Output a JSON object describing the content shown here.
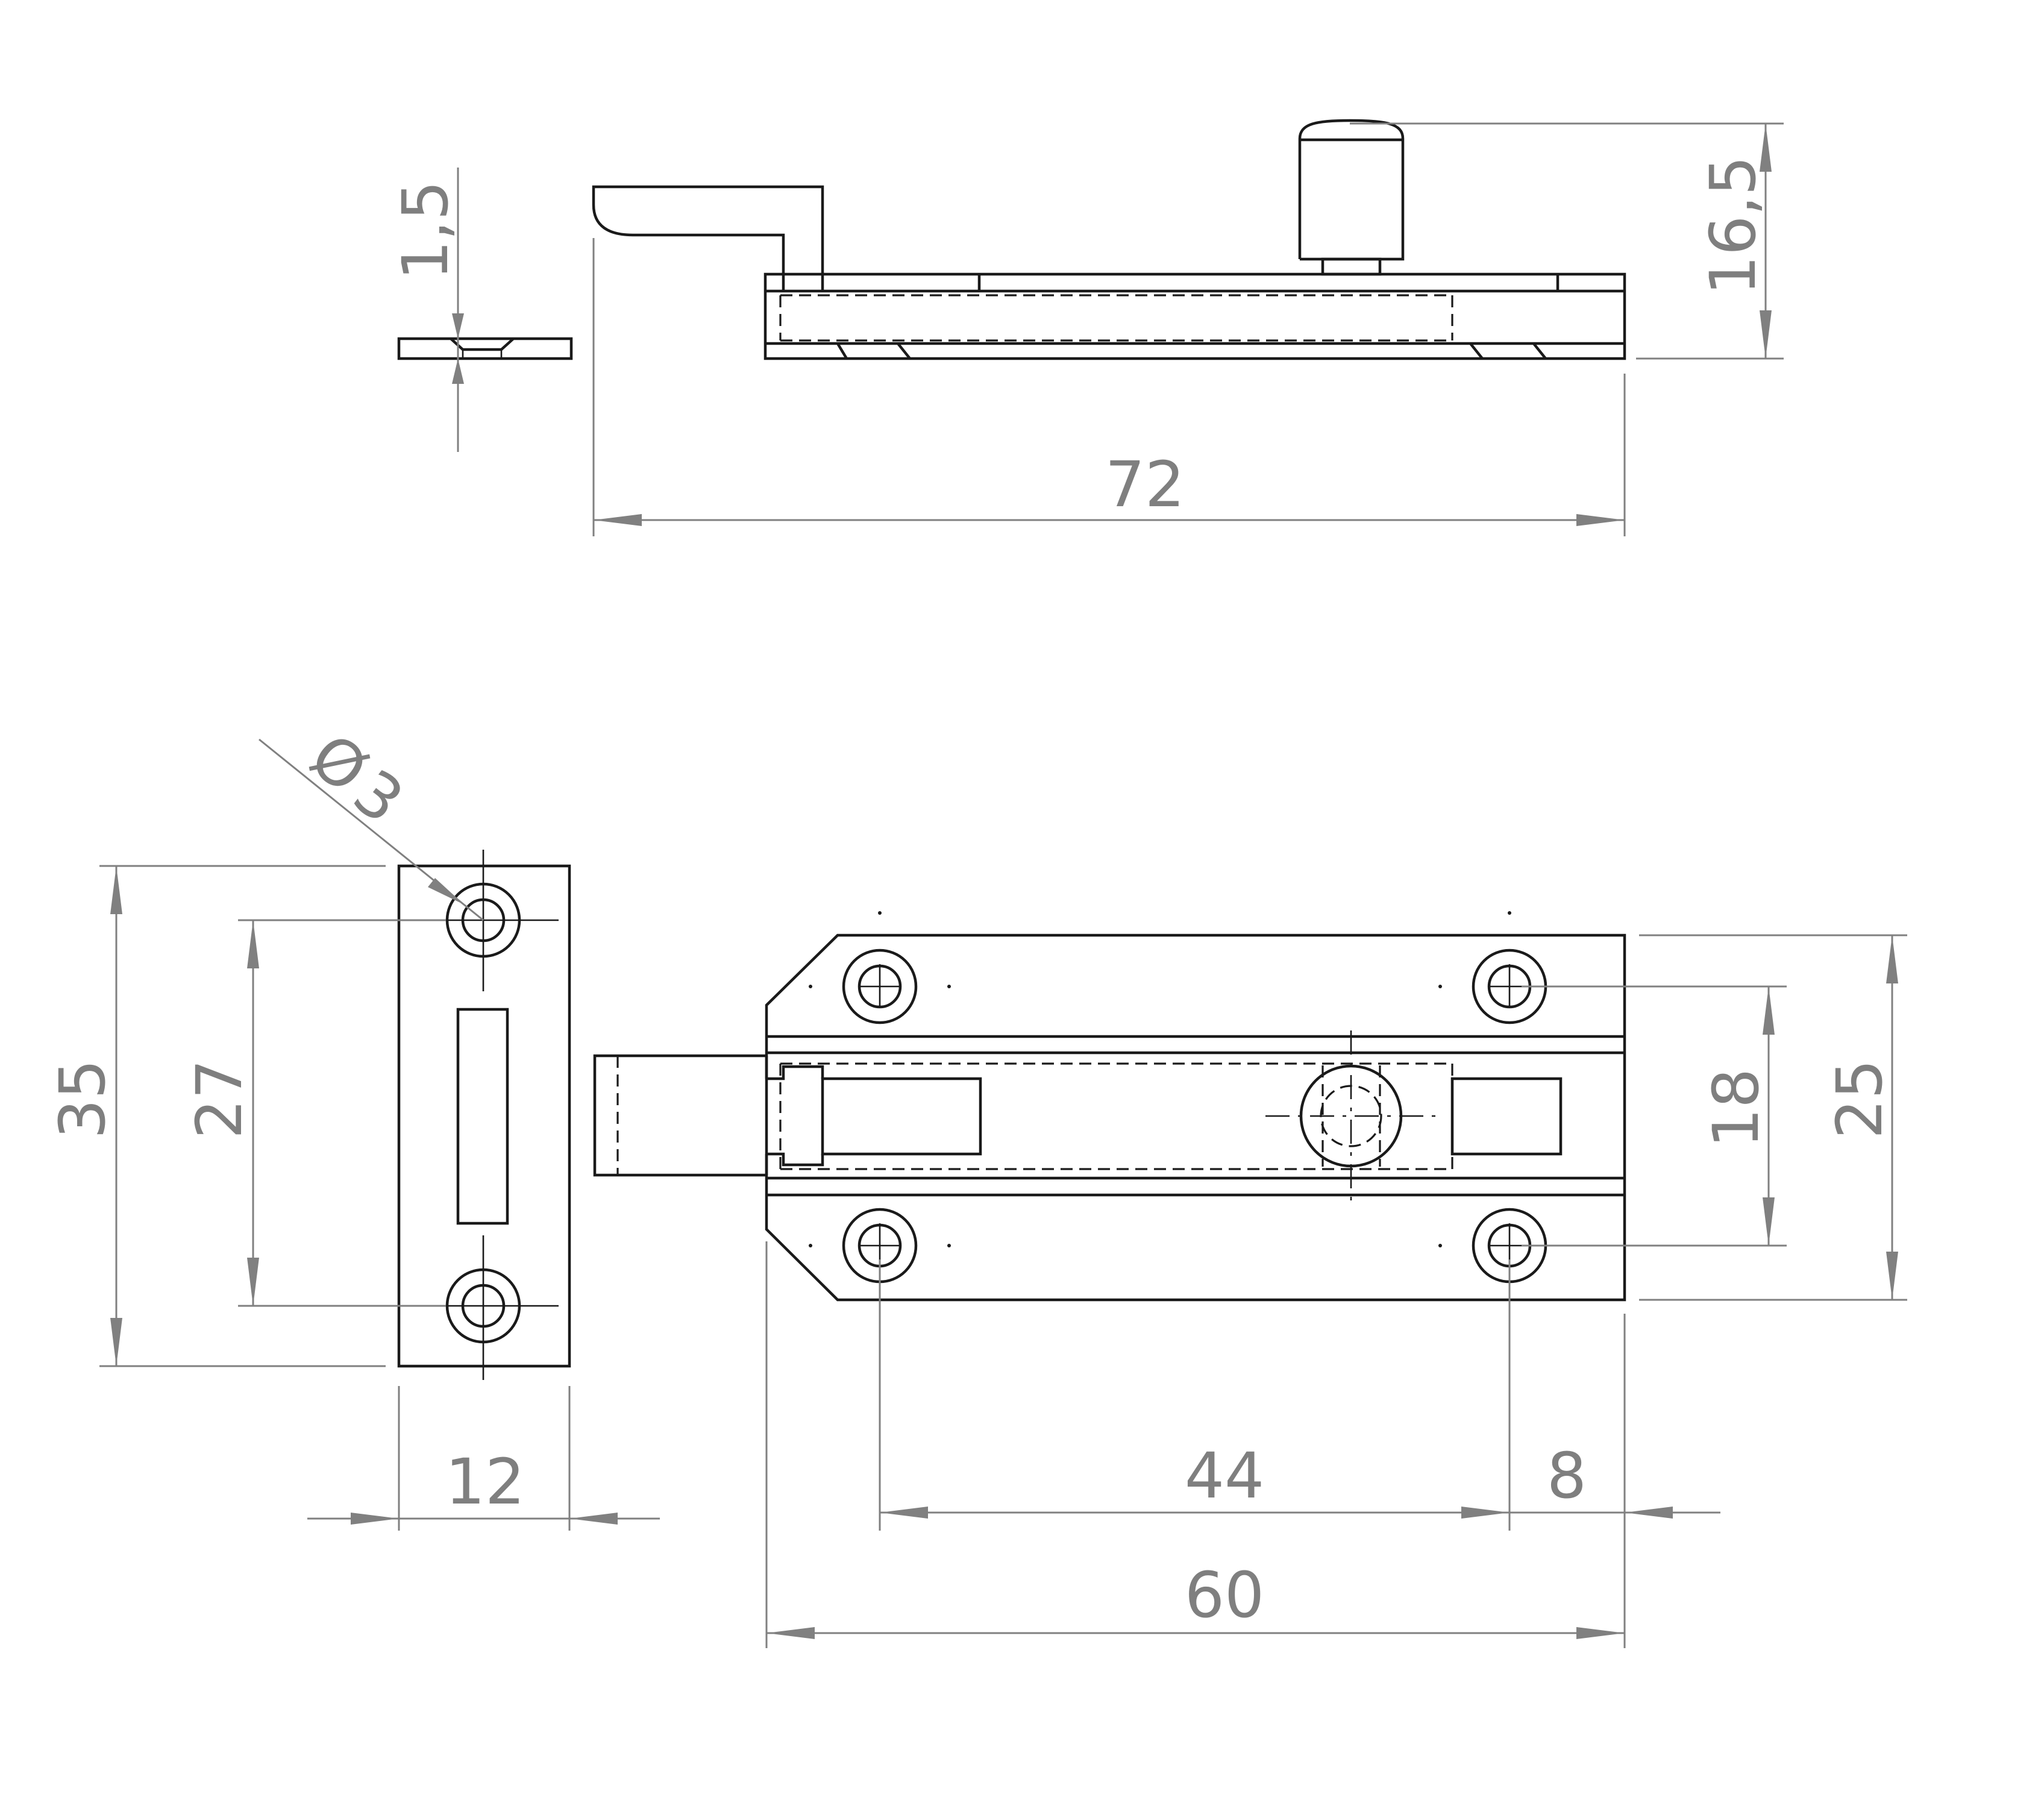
{
  "dimensions": {
    "thickness": "1,5",
    "height": "16,5",
    "overall_length": "72",
    "hole_diameter_symbol": "Ø",
    "hole_diameter": "3",
    "keeper_height": "35",
    "keeper_hole_spacing": "27",
    "keeper_width": "12",
    "bolt_hole_spacing": "18",
    "plate_width": "25",
    "hole_pitch": "44",
    "hole_edge": "8",
    "plate_length": "60"
  }
}
